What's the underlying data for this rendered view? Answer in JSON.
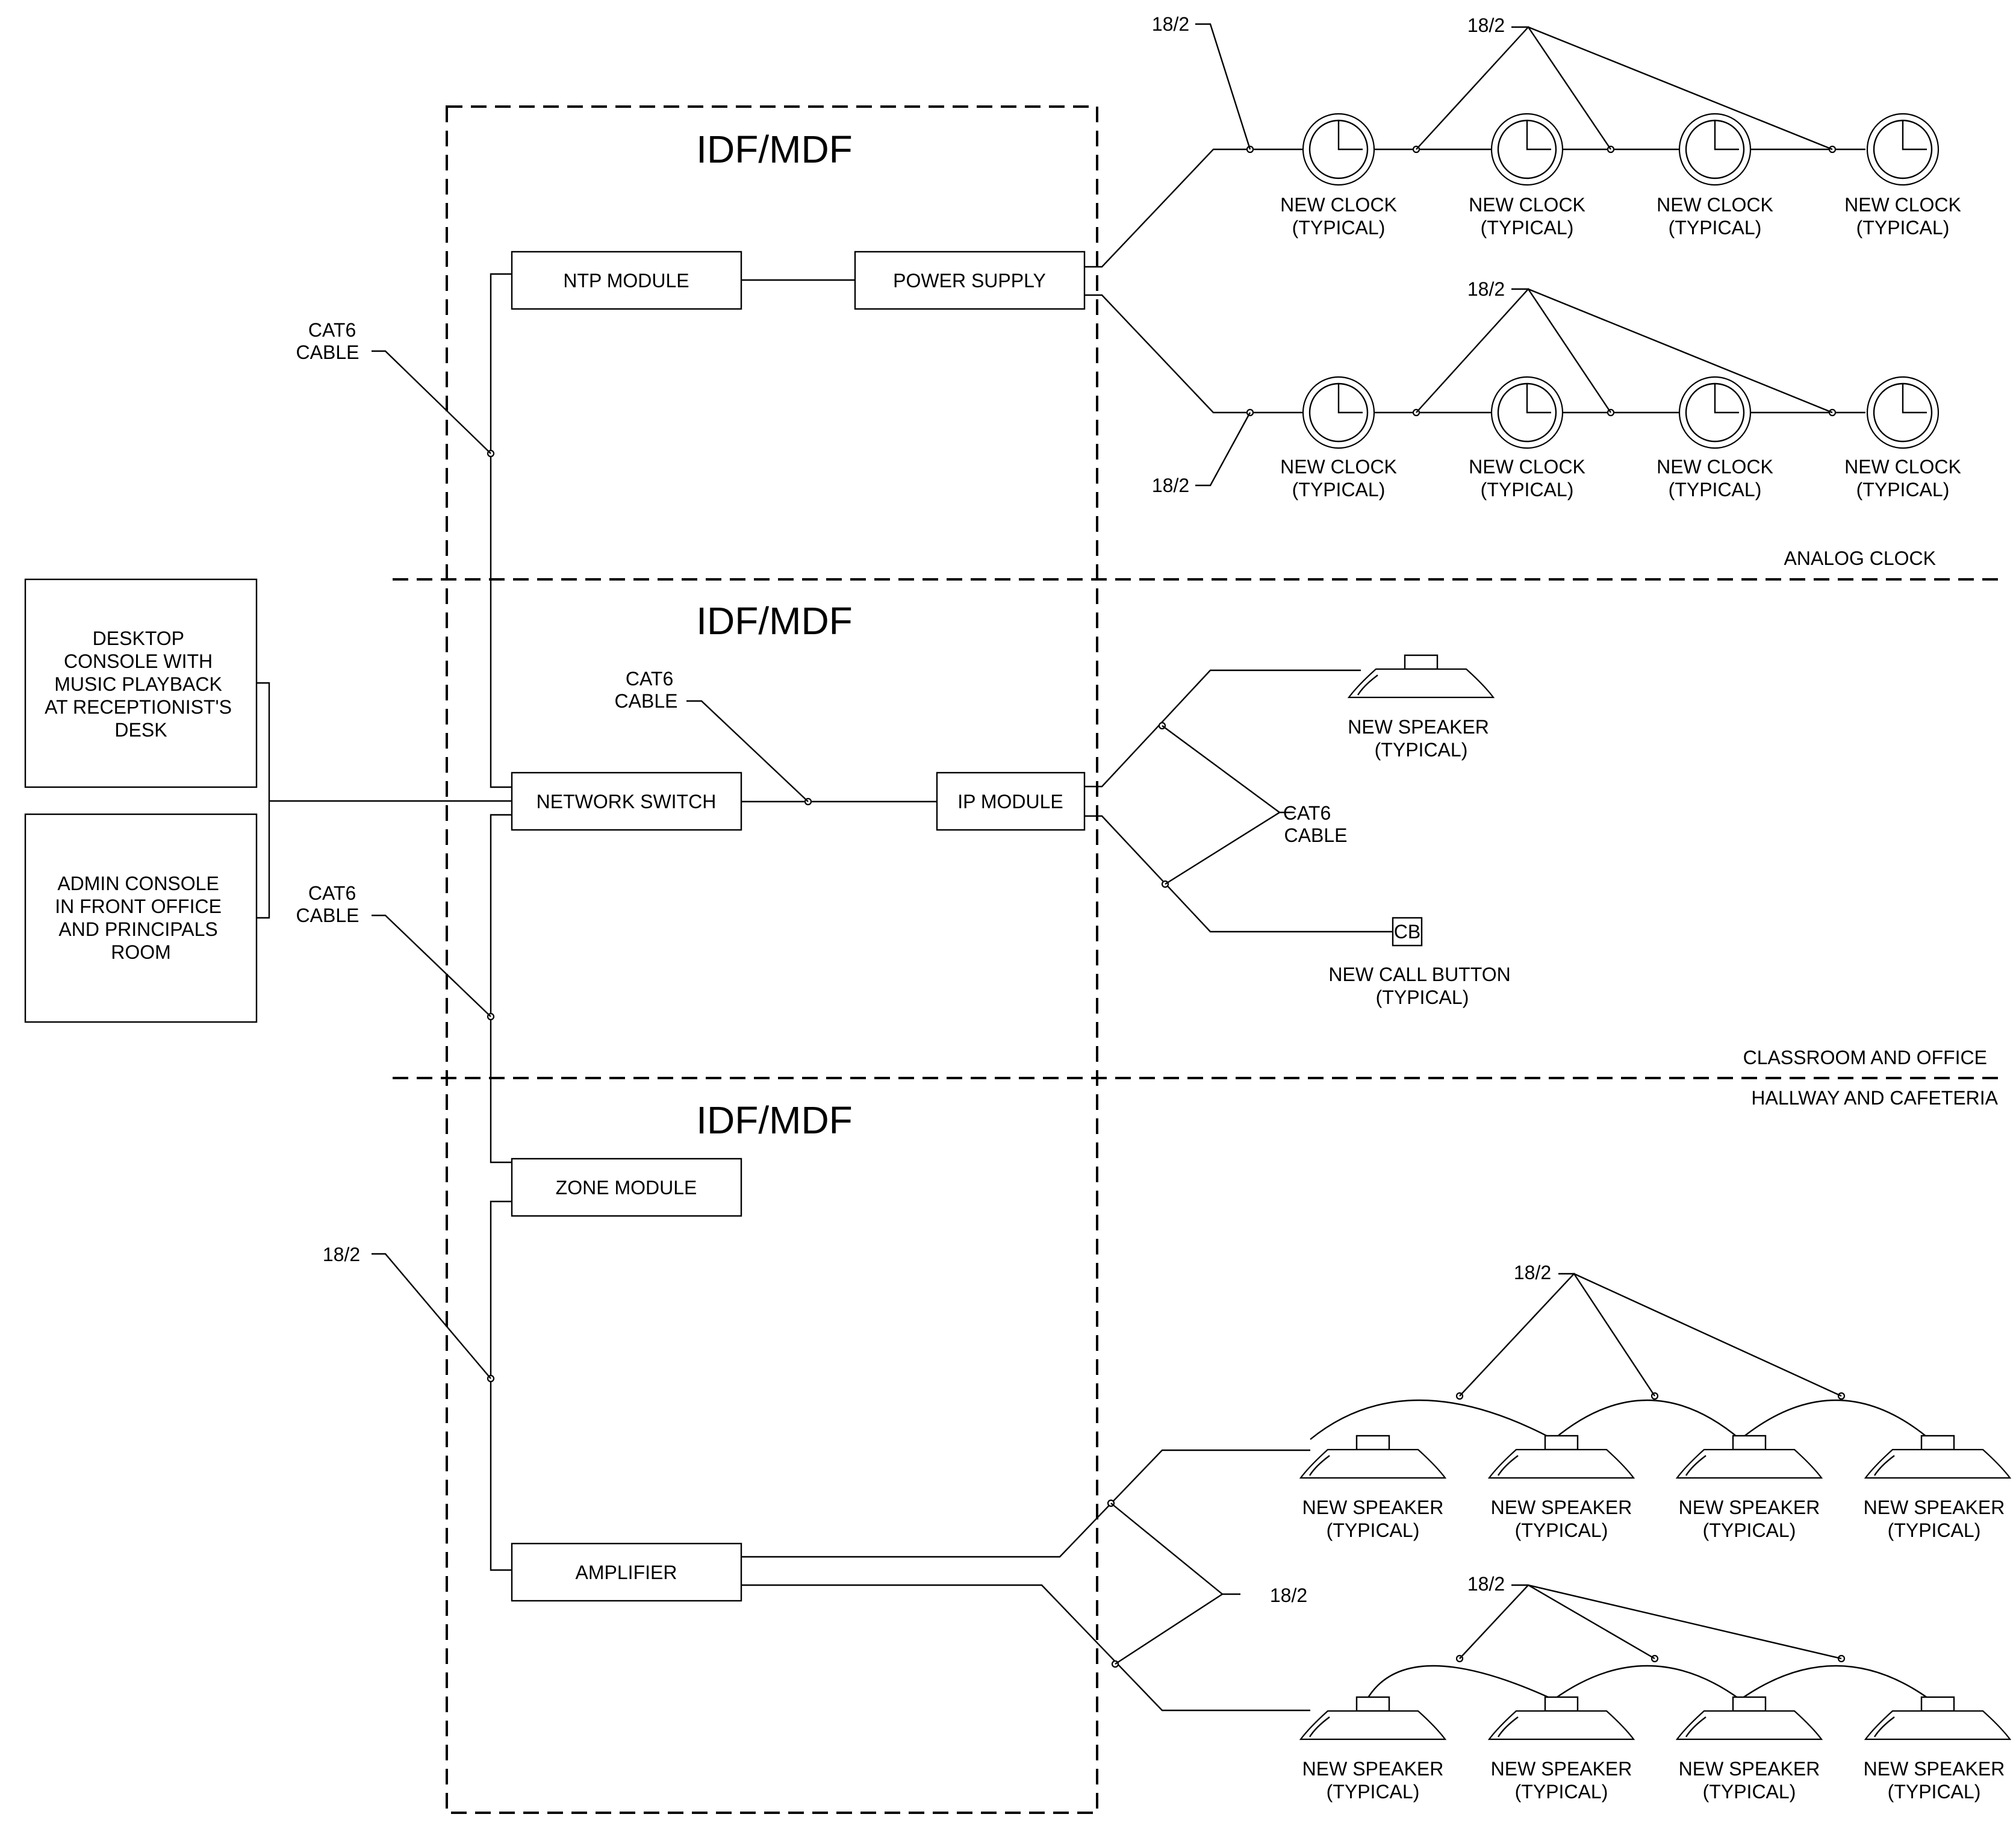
{
  "diagram": {
    "sections": {
      "idf_title": "IDF/MDF",
      "analog_clock": "ANALOG CLOCK",
      "classroom_office": "CLASSROOM AND OFFICE",
      "hallway_cafeteria": "HALLWAY AND CAFETERIA"
    },
    "consoles": {
      "desktop": [
        "DESKTOP",
        "CONSOLE WITH",
        "MUSIC PLAYBACK",
        "AT RECEPTIONIST'S",
        "DESK"
      ],
      "admin": [
        "ADMIN CONSOLE",
        "IN FRONT OFFICE",
        "AND PRINCIPALS",
        "ROOM"
      ]
    },
    "modules": {
      "ntp": "NTP MODULE",
      "power_supply": "POWER SUPPLY",
      "network_switch": "NETWORK SWITCH",
      "ip_module": "IP MODULE",
      "zone_module": "ZONE MODULE",
      "amplifier": "AMPLIFIER"
    },
    "cables": {
      "cat6_line1": "CAT6",
      "cat6_line2": "CABLE",
      "wire_18_2": "18/2"
    },
    "devices": {
      "clock_line1": "NEW CLOCK",
      "speaker_line1": "NEW SPEAKER",
      "call_button_line1": "NEW CALL BUTTON",
      "typical": "(TYPICAL)",
      "cb": "CB"
    }
  }
}
